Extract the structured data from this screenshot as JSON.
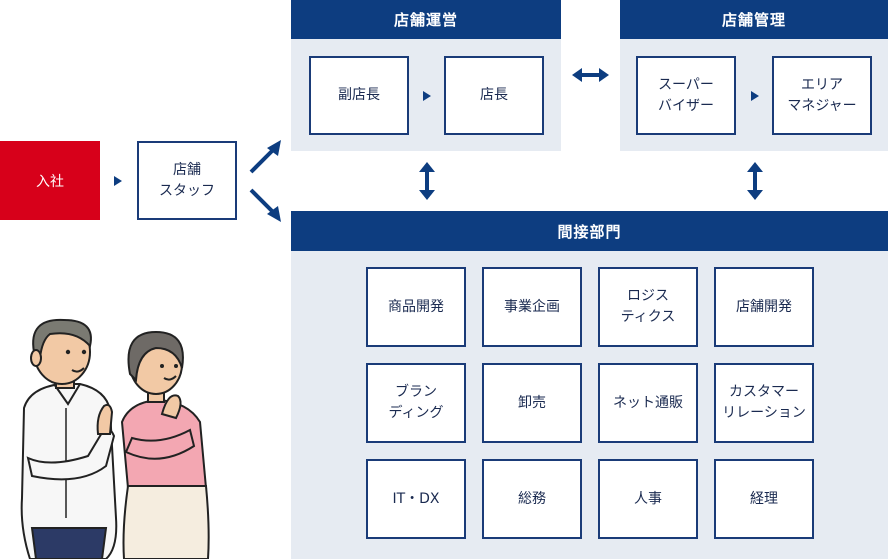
{
  "entry": {
    "label": "入社"
  },
  "store_staff": {
    "label": "店舗\nスタッフ"
  },
  "store_operation": {
    "title": "店舗運営",
    "steps": [
      "副店長",
      "店長"
    ]
  },
  "store_management": {
    "title": "店舗管理",
    "steps": [
      "スーパー\nバイザー",
      "エリア\nマネジャー"
    ]
  },
  "indirect_departments": {
    "title": "間接部門",
    "items": [
      "商品開発",
      "事業企画",
      "ロジス\nティクス",
      "店舗開発",
      "ブラン\nディング",
      "卸売",
      "ネット通販",
      "カスタマー\nリレーション",
      "IT・DX",
      "総務",
      "人事",
      "経理"
    ]
  },
  "colors": {
    "navy": "#0d3d80",
    "panel": "#e6ebf2",
    "entry_red": "#d7001a"
  }
}
